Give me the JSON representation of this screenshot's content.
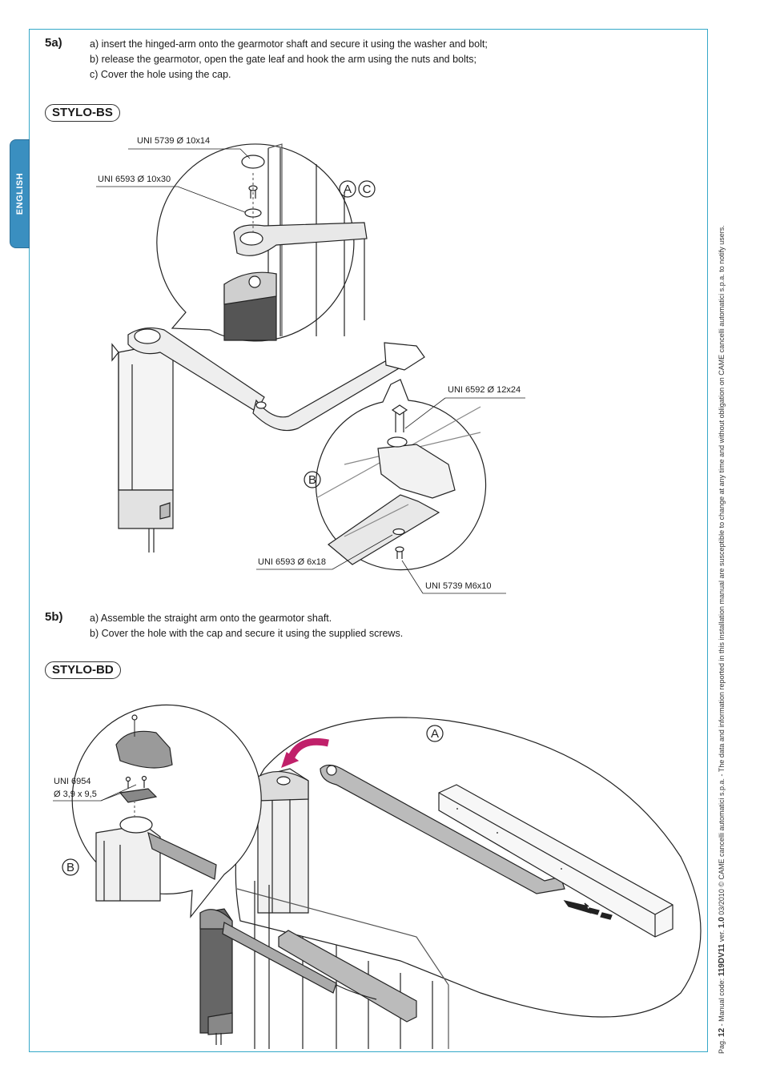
{
  "sidebar": {
    "language": "ENGLISH"
  },
  "step_5a": {
    "number": "5a)",
    "lines": [
      "a) insert the hinged-arm onto the gearmotor shaft and secure it using the washer and bolt;",
      "b) release the gearmotor, open the gate leaf and hook the arm using the nuts and bolts;",
      "c) Cover the hole using the cap."
    ],
    "model": "STYLO-BS",
    "callouts": {
      "screw_top": "UNI 5739 Ø 10x14",
      "washer_top": "UNI 6593 Ø 10x30",
      "bolt_right": "UNI 6592 Ø 12x24",
      "washer_bottom": "UNI 6593 Ø 6x18",
      "screw_bottom": "UNI 5739 M6x10"
    },
    "letters": {
      "a": "A",
      "c": "C",
      "b": "B"
    }
  },
  "step_5b": {
    "number": "5b)",
    "lines": [
      "a) Assemble the straight arm onto the gearmotor shaft.",
      "b) Cover the hole with the cap and secure it using the supplied screws."
    ],
    "model": "STYLO-BD",
    "callouts": {
      "screws_line1": "UNI 6954",
      "screws_line2": "Ø 3,9 x 9,5"
    },
    "letters": {
      "a": "A",
      "b": "B"
    }
  },
  "footer": {
    "page_label": "Pag.",
    "page_number": "12",
    "manual_label": "- Manual code:",
    "manual_code": "119DV11",
    "version_label": "ver.",
    "version": "1.0",
    "date": "03/2010",
    "copyright": "© CAME cancelli automatici s.p.a. - The data and information reported in this installation manual are susceptible to change at any time and without obligation on CAME cancelli automatici s.p.a. to notify users."
  },
  "colors": {
    "frame": "#35a8c8",
    "tab": "#3a8fc0",
    "rotation_arrow": "#c0206a"
  }
}
